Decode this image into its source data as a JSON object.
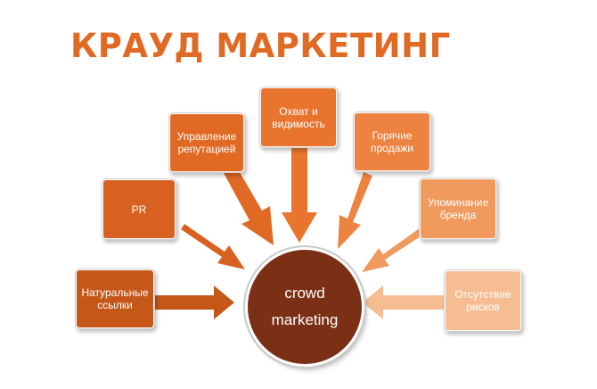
{
  "title": "КРАУД МАРКЕТИНГ",
  "center": {
    "line1": "crowd",
    "line2": "marketing"
  },
  "nodes": [
    {
      "label": "Натуральные ссылки",
      "color": "#c55718"
    },
    {
      "label": "PR",
      "color": "#d86122"
    },
    {
      "label": "Управление репутацией",
      "color": "#e06a24"
    },
    {
      "label": "Охват и видимость",
      "color": "#e8742e"
    },
    {
      "label": "Горячие продажи",
      "color": "#ec8340"
    },
    {
      "label": "Упоминание бренда",
      "color": "#f09a5e"
    },
    {
      "label": "Отсутствие рисков",
      "color": "#f6bd93"
    }
  ]
}
